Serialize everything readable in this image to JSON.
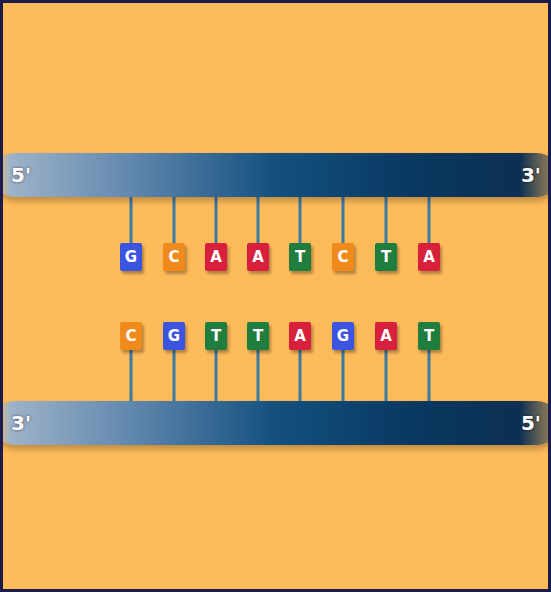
{
  "diagram": {
    "nodes": [
      {
        "text": [
          "5'",
          "3'"
        ]
      },
      {
        "text": [
          "G"
        ]
      },
      {
        "text": [
          "C"
        ]
      },
      {
        "text": [
          "A"
        ]
      },
      {
        "text": [
          "A"
        ]
      },
      {
        "text": [
          "T"
        ]
      },
      {
        "text": [
          "C"
        ]
      },
      {
        "text": [
          "T"
        ]
      },
      {
        "text": [
          "A"
        ]
      },
      {
        "text": [
          "C"
        ]
      },
      {
        "text": [
          "G"
        ]
      },
      {
        "text": [
          "T"
        ]
      },
      {
        "text": [
          "T"
        ]
      },
      {
        "text": [
          "A"
        ]
      },
      {
        "text": [
          "G"
        ]
      },
      {
        "text": [
          "A"
        ]
      },
      {
        "text": [
          "T"
        ]
      },
      {
        "text": [
          "3'",
          "5'"
        ]
      }
    ],
    "edges": [
      {
        "from": 1,
        "to": 0,
        "arrow": "none"
      },
      {
        "from": 2,
        "to": 0,
        "arrow": "none"
      },
      {
        "from": 3,
        "to": 0,
        "arrow": "none"
      },
      {
        "from": 4,
        "to": 0,
        "arrow": "none"
      },
      {
        "from": 5,
        "to": 0,
        "arrow": "none"
      },
      {
        "from": 6,
        "to": 0,
        "arrow": "none"
      },
      {
        "from": 7,
        "to": 0,
        "arrow": "none"
      },
      {
        "from": 8,
        "to": 0,
        "arrow": "none"
      },
      {
        "from": 9,
        "to": 17,
        "arrow": "none"
      },
      {
        "from": 10,
        "to": 17,
        "arrow": "none"
      },
      {
        "from": 11,
        "to": 17,
        "arrow": "none"
      },
      {
        "from": 12,
        "to": 17,
        "arrow": "none"
      },
      {
        "from": 13,
        "to": 17,
        "arrow": "none"
      },
      {
        "from": 14,
        "to": 17,
        "arrow": "none"
      },
      {
        "from": 15,
        "to": 17,
        "arrow": "none"
      },
      {
        "from": 16,
        "to": 17,
        "arrow": "none"
      }
    ]
  }
}
